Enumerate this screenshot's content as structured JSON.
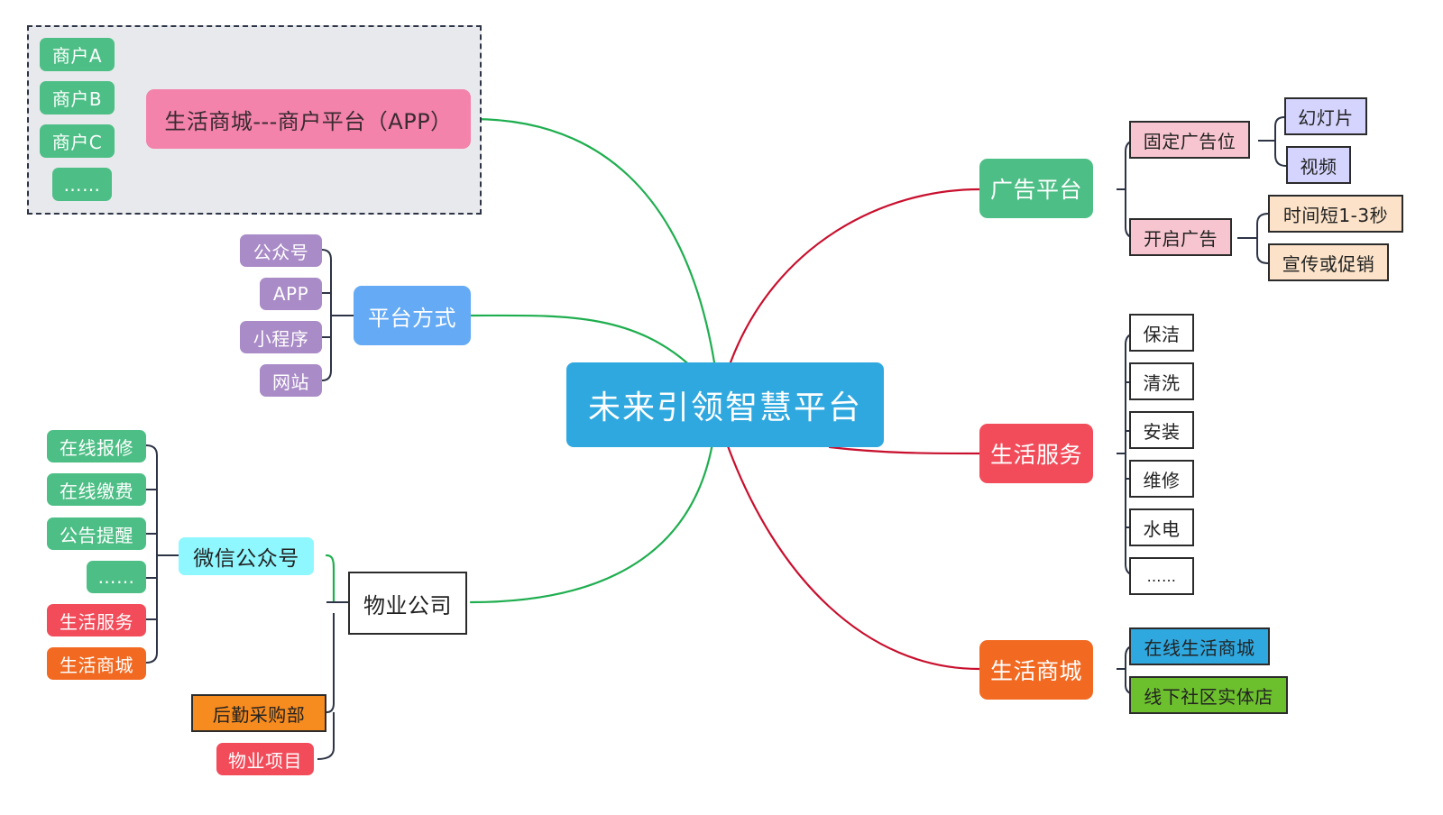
{
  "center": "未来引领智慧平台",
  "merchant_group": {
    "title": "生活商城---商户平台（APP）",
    "items": [
      "商户A",
      "商户B",
      "商户C",
      "……"
    ]
  },
  "platform": {
    "title": "平台方式",
    "items": [
      "公众号",
      "APP",
      "小程序",
      "网站"
    ]
  },
  "property": {
    "title": "物业公司",
    "wechat": {
      "title": "微信公众号",
      "items": [
        "在线报修",
        "在线缴费",
        "公告提醒",
        "……",
        "生活服务",
        "生活商城"
      ]
    },
    "logistics": "后勤采购部",
    "project": "物业项目"
  },
  "ads": {
    "title": "广告平台",
    "fixed": {
      "label": "固定广告位",
      "items": [
        "幻灯片",
        "视频"
      ]
    },
    "open": {
      "label": "开启广告",
      "items": [
        "时间短1-3秒",
        "宣传或促销"
      ]
    }
  },
  "life_service": {
    "title": "生活服务",
    "items": [
      "保洁",
      "清洗",
      "安装",
      "维修",
      "水电",
      "……"
    ]
  },
  "life_mall": {
    "title": "生活商城",
    "online": "在线生活商城",
    "offline": "线下社区实体店"
  },
  "colors": {
    "center": "#2fa8df",
    "green_link": "#1fae4f",
    "red_link": "#c8102e",
    "merchant_title": "#f383ab",
    "platform_title": "#64aaf5",
    "wechat": "#8ff7ff",
    "logistics": "#f68b1f",
    "ad_fixed": "#f7c5d0",
    "ad_leaf": "#d5d4ff",
    "ad_open_leaf": "#fbe2c8",
    "mall_online": "#2fa8df",
    "mall_offline": "#6dc02d"
  }
}
